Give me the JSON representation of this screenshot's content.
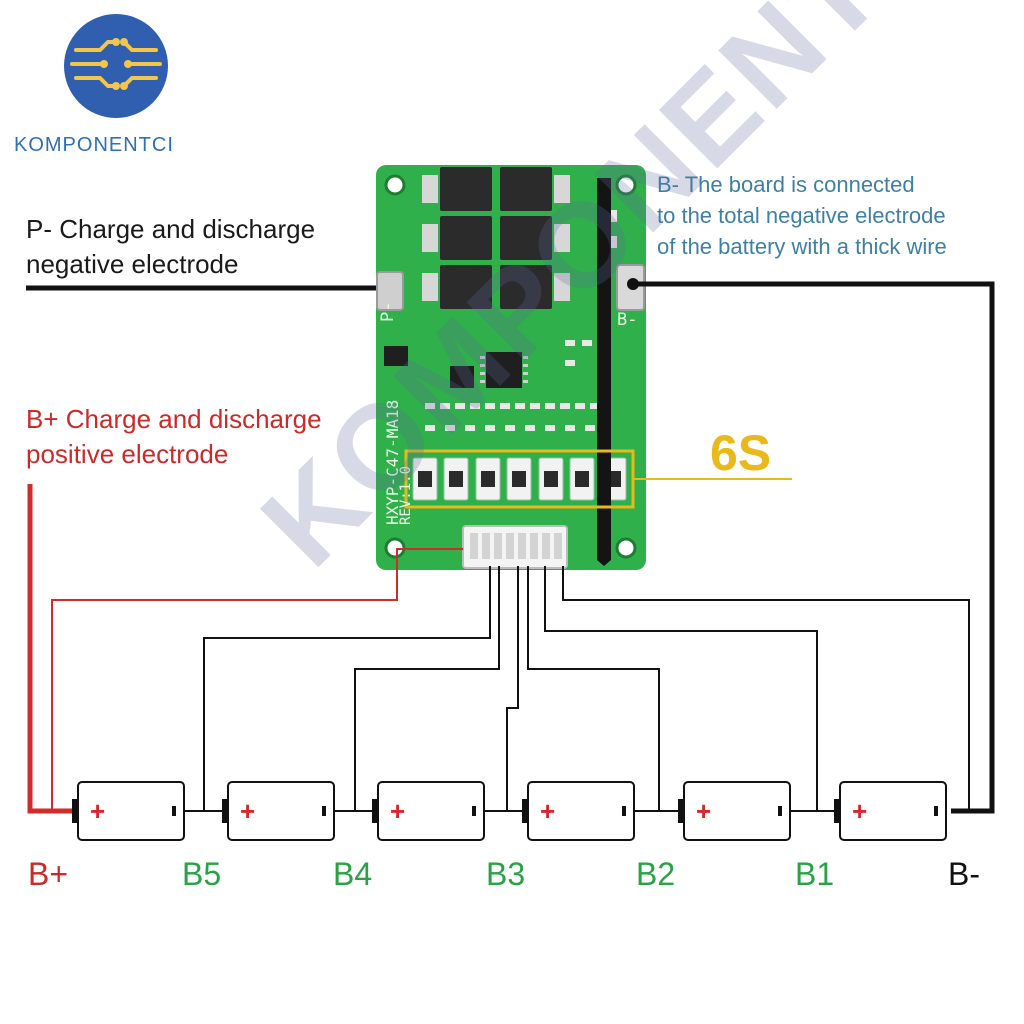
{
  "brand": {
    "name": "KOMPONENTCI",
    "logo_icon": "circuit-globe-icon",
    "color": "#2e6fb8"
  },
  "annotations": {
    "p_minus": {
      "line1": "P- Charge and discharge",
      "line2": "negative electrode"
    },
    "b_plus": {
      "line1": "B+ Charge and discharge",
      "line2": "positive electrode"
    },
    "b_minus": {
      "line1": "B- The board is connected",
      "line2": "to the total negative electrode",
      "line3": "of the battery with a thick wire"
    }
  },
  "board": {
    "model": "HXYP-C47-MA18",
    "revision": "REV:1.0",
    "pad_p_label": "P-",
    "pad_b_label": "B-",
    "series_label": "6S",
    "color": "#2fb04a"
  },
  "terminals": [
    {
      "label": "B+",
      "color": "#c92b2b"
    },
    {
      "label": "B5",
      "color": "#2aa145"
    },
    {
      "label": "B4",
      "color": "#2aa145"
    },
    {
      "label": "B3",
      "color": "#2aa145"
    },
    {
      "label": "B2",
      "color": "#2aa145"
    },
    {
      "label": "B1",
      "color": "#2aa145"
    },
    {
      "label": "B-",
      "color": "#111111"
    }
  ],
  "cell_symbol": "+",
  "colors": {
    "positive_wire": "#d22b2b",
    "negative_wire": "#111111",
    "highlight": "#e9b81a"
  },
  "watermark": "KOMPONENTCI"
}
